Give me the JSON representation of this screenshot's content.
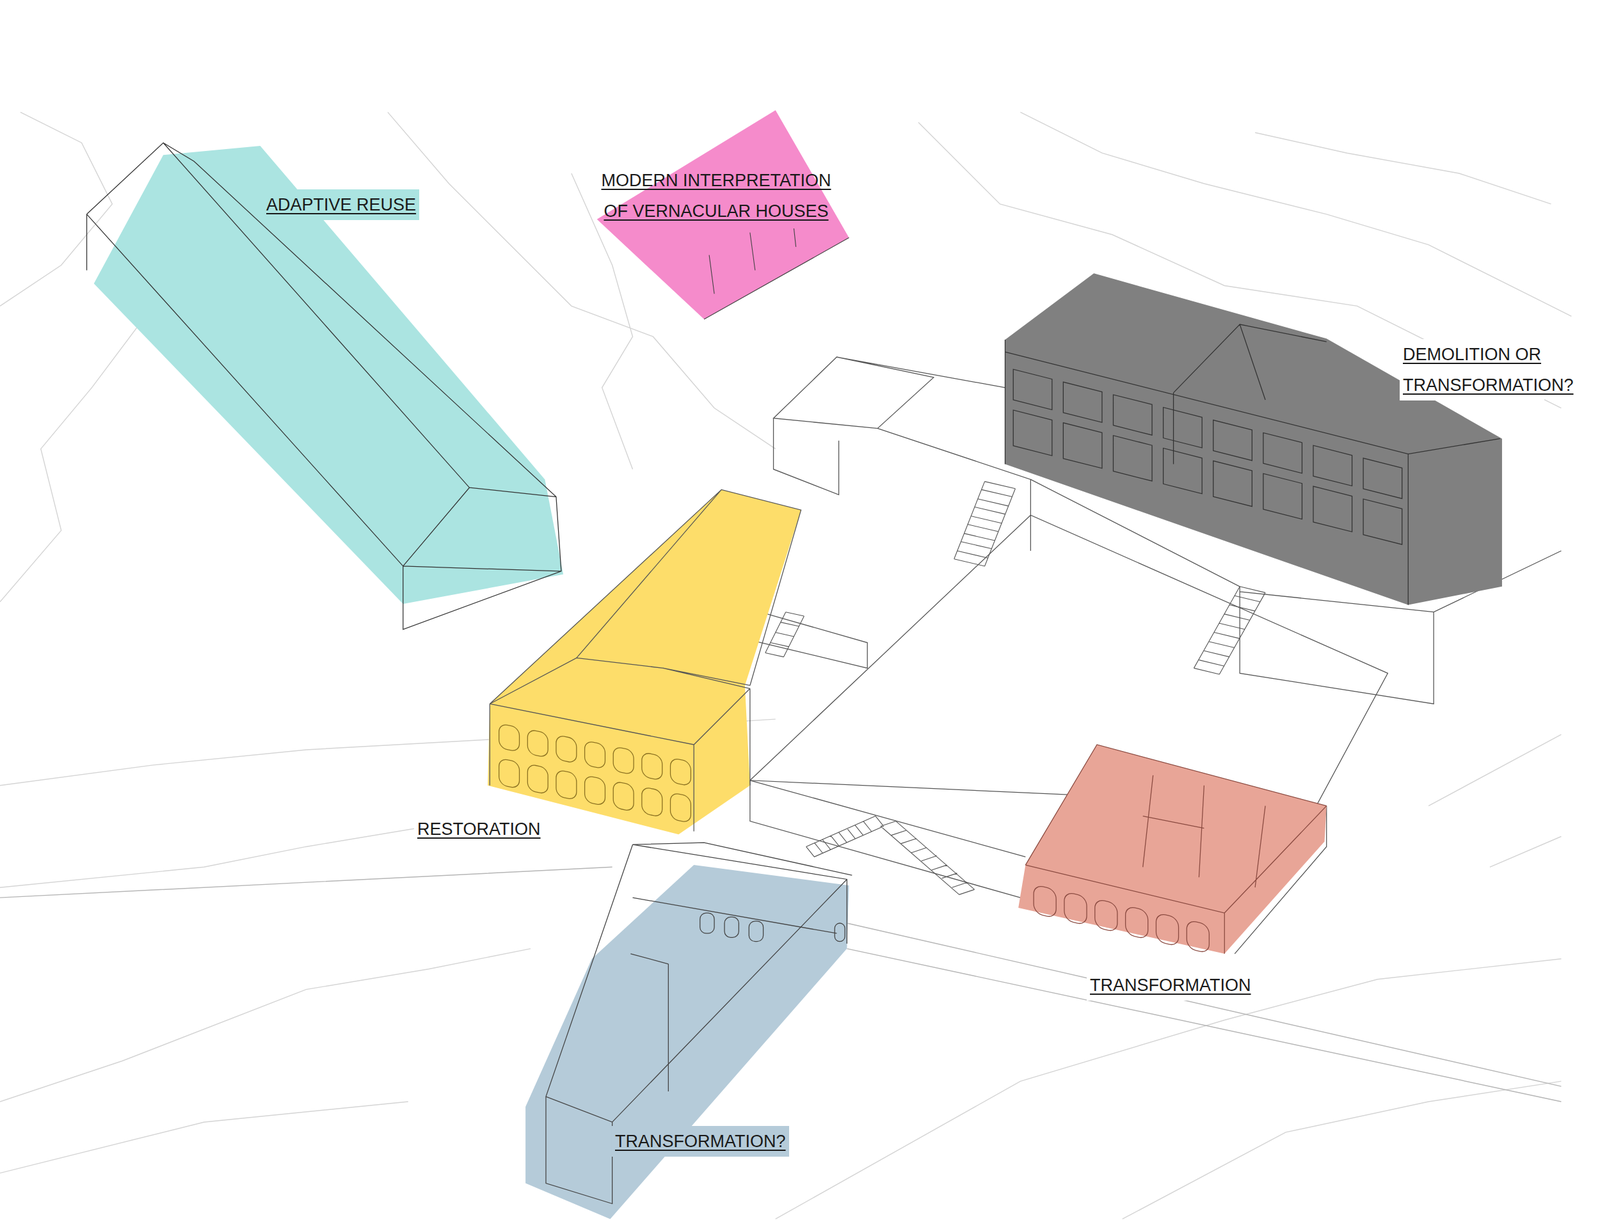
{
  "diagram": {
    "labels": [
      "ADAPTIVE REUSE",
      "MODERN INTERPRETATION OF VERNACULAR HOUSES",
      "DEMOLITION OR TRANSFORMATION?",
      "RESTORATION",
      "TRANSFORMATION",
      "TRANSFORMATION?"
    ]
  }
}
